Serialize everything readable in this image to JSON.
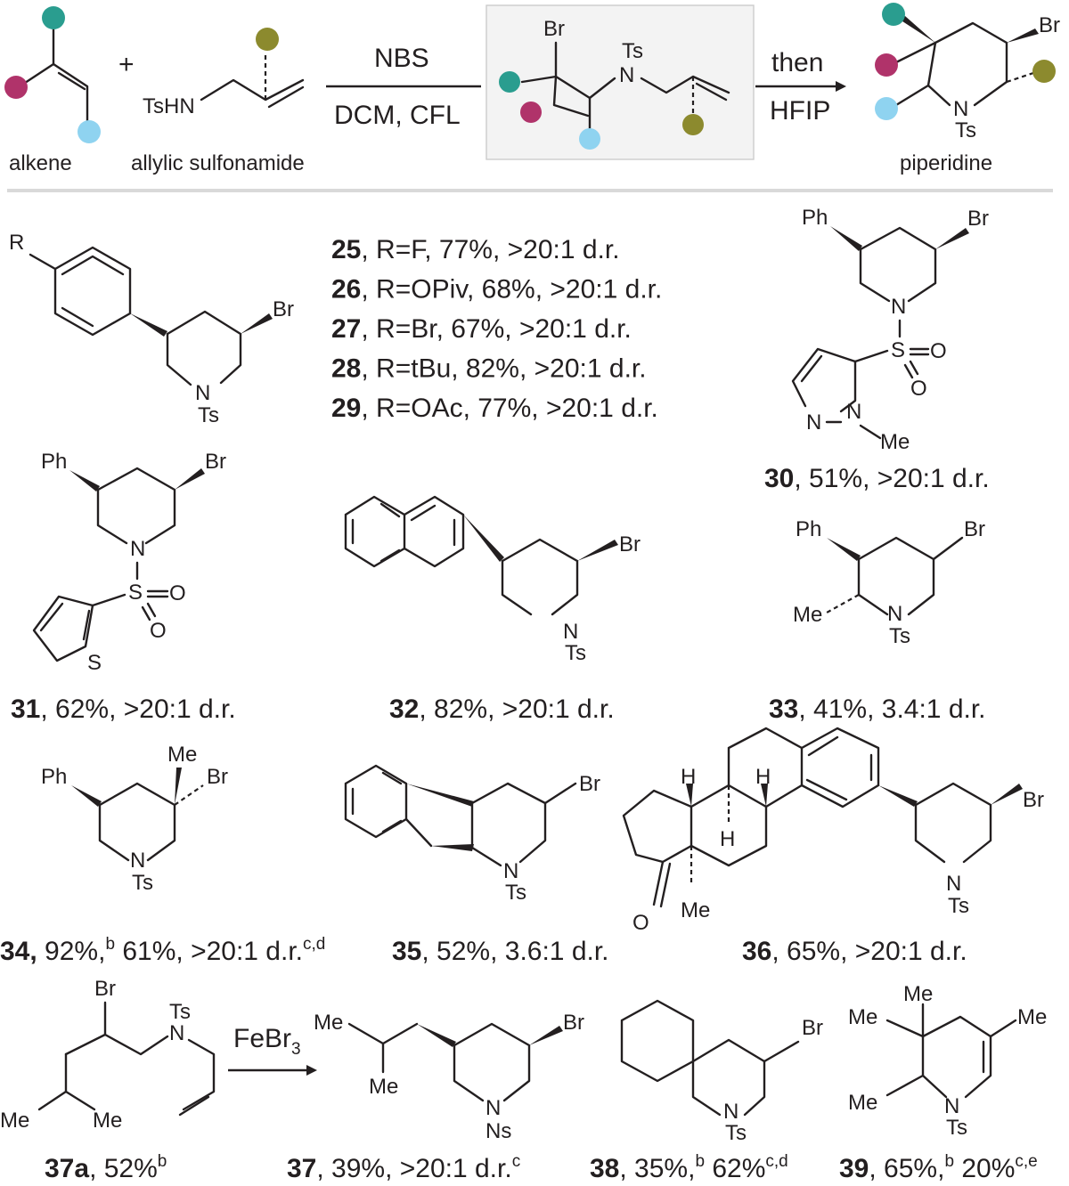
{
  "header": {
    "plus": "+",
    "labels": {
      "alkene": "alkene",
      "allylic_sulfonamide": "allylic sulfonamide",
      "piperidine": "piperidine",
      "tshn": "TsHN",
      "br": "Br",
      "ts": "Ts",
      "n": "N"
    },
    "step1": {
      "top": "NBS",
      "bottom": "DCM, CFL"
    },
    "step2": {
      "top": "then",
      "bottom": "HFIP"
    },
    "ball_colors": {
      "teal": "#2a9d8f",
      "magenta": "#b0336a",
      "lightblue": "#8fd3f0",
      "olive": "#8c8a2e"
    },
    "divider_color": "#d9d9d9",
    "intermediate_bg": "#f3f3f3"
  },
  "compounds": {
    "c25_29": {
      "r": "R",
      "br": "Br",
      "n": "N",
      "ts": "Ts",
      "entries": [
        {
          "num": "25",
          "text": ", R=F, 77%, >20:1 d.r."
        },
        {
          "num": "26",
          "text": ", R=OPiv, 68%, >20:1 d.r."
        },
        {
          "num": "27",
          "text": ", R=Br, 67%, >20:1 d.r."
        },
        {
          "num": "28",
          "text": ", R=tBu, 82%, >20:1 d.r."
        },
        {
          "num": "29",
          "text": ", R=OAc, 77%, >20:1 d.r."
        }
      ]
    },
    "c30": {
      "num": "30",
      "text": ", 51%, >20:1 d.r.",
      "ph": "Ph",
      "br": "Br",
      "n": "N",
      "s": "S",
      "o1": "O",
      "o2": "O",
      "pn1": "N",
      "pn2": "N",
      "me": "Me"
    },
    "c31": {
      "num": "31",
      "text": ", 62%, >20:1 d.r.",
      "ph": "Ph",
      "br": "Br",
      "n": "N",
      "s": "S",
      "o1": "O",
      "o2": "O",
      "ths": "S"
    },
    "c32": {
      "num": "32",
      "text": ", 82%, >20:1 d.r.",
      "br": "Br",
      "n": "N",
      "ts": "Ts"
    },
    "c33": {
      "num": "33",
      "text": ", 41%, 3.4:1 d.r.",
      "ph": "Ph",
      "br": "Br",
      "me": "Me",
      "n": "N",
      "ts": "Ts"
    },
    "c34": {
      "num": "34,",
      "text": " 92%,",
      "sup1": "b",
      "text2": " 61%, >20:1 d.r.",
      "sup2": "c,d",
      "ph": "Ph",
      "me": "Me",
      "br": "Br",
      "n": "N",
      "ts": "Ts"
    },
    "c35": {
      "num": "35",
      "text": ", 52%, 3.6:1 d.r.",
      "br": "Br",
      "n": "N",
      "ts": "Ts"
    },
    "c36": {
      "num": "36",
      "text": ", 65%, >20:1 d.r.",
      "h1": "H",
      "h2": "H",
      "h3": "H",
      "o": "O",
      "me": "Me",
      "br": "Br",
      "n": "N",
      "ts": "Ts"
    },
    "c37a": {
      "num": "37a",
      "text": ", 52%",
      "sup": "b",
      "br": "Br",
      "ts": "Ts",
      "n": "N",
      "me1": "Me",
      "me2": "Me"
    },
    "fe": {
      "main": "FeBr",
      "sub": "3"
    },
    "c37": {
      "num": "37",
      "text": ", 39%, >20:1 d.r.",
      "sup": "c",
      "me1": "Me",
      "me2": "Me",
      "br": "Br",
      "n": "N",
      "ns": "Ns"
    },
    "c38": {
      "num": "38",
      "text": ", 35%,",
      "sup1": "b",
      "text2": " 62%",
      "sup2": "c,d",
      "br": "Br",
      "n": "N",
      "ts": "Ts"
    },
    "c39": {
      "num": "39",
      "text": ", 65%,",
      "sup1": "b",
      "text2": " 20%",
      "sup2": "c,e",
      "me1": "Me",
      "me2": "Me",
      "me3": "Me",
      "me4": "Me",
      "n": "N",
      "ts": "Ts"
    }
  }
}
